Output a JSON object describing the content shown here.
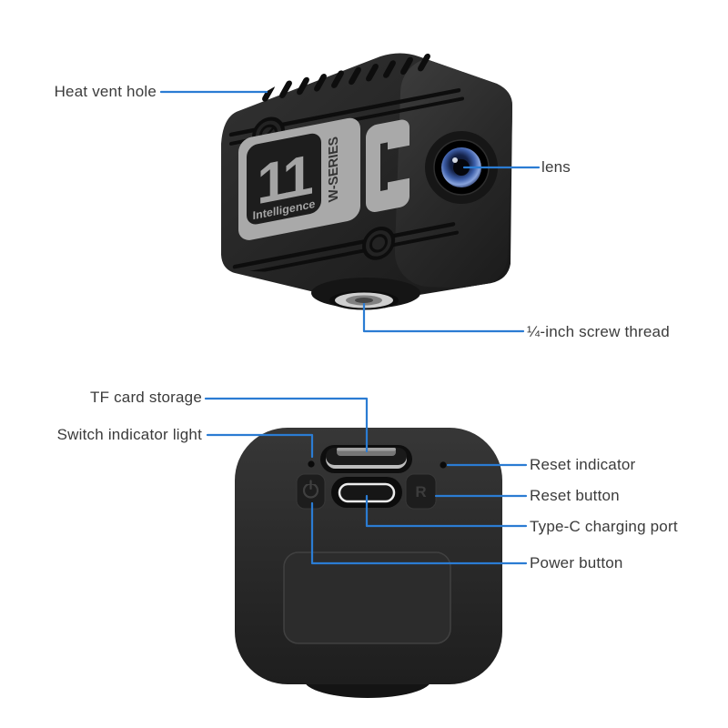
{
  "page": {
    "background": "#ffffff"
  },
  "colors": {
    "leader_line": "#2b7cd3",
    "label_text": "#3b3b3b",
    "device_body": "#262626",
    "sticker_gray": "#a9a9a9",
    "lens_blue": "#5b7fd0"
  },
  "front_view": {
    "description": "mini cube camera front three-quarter view",
    "markings": {
      "model_number": "11",
      "series_label": "W-SERIES",
      "bottom_label": "Intelligence",
      "logo_letter": "C"
    },
    "callouts": {
      "heat_vent": {
        "text": "Heat vent hole"
      },
      "lens": {
        "text": "lens"
      },
      "screw_thread": {
        "text": "¼-inch screw thread"
      }
    }
  },
  "back_view": {
    "description": "mini cube camera back view",
    "markings": {
      "reset_button_letter": "R"
    },
    "callouts": {
      "tf_card": {
        "text": "TF card storage"
      },
      "switch_indicator": {
        "text": "Switch indicator light"
      },
      "reset_indicator": {
        "text": "Reset indicator"
      },
      "reset_button": {
        "text": "Reset button"
      },
      "type_c": {
        "text": "Type-C charging port"
      },
      "power_button": {
        "text": "Power button"
      }
    }
  }
}
